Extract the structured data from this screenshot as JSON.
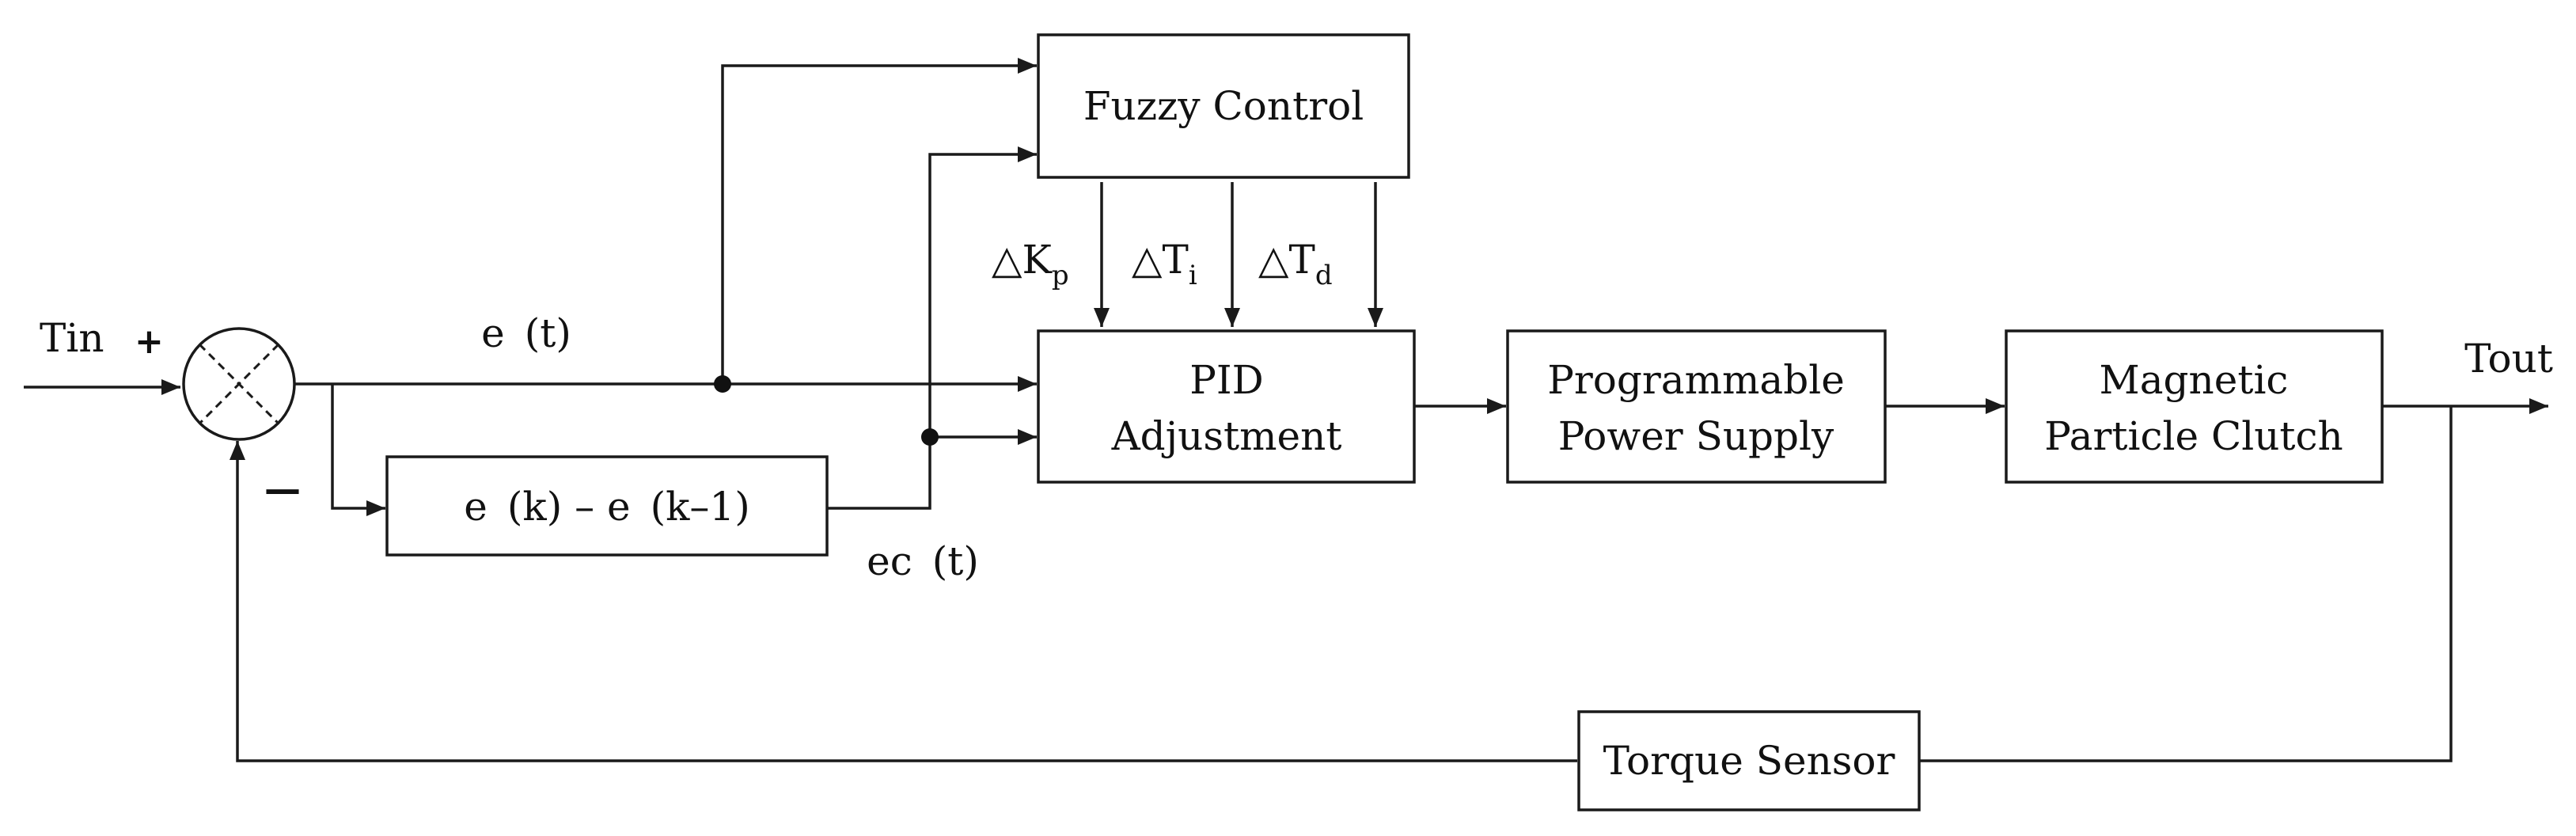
{
  "blocks": {
    "fuzzy_control": "Fuzzy Control",
    "pid_line1": "PID",
    "pid_line2": "Adjustment",
    "power_line1": "Programmable",
    "power_line2": "Power Supply",
    "clutch_line1": "Magnetic",
    "clutch_line2": "Particle Clutch",
    "torque_sensor": "Torque Sensor",
    "difference": "e (k) – e (k–1)"
  },
  "signals": {
    "input": "Tin",
    "output": "Tout",
    "error": "e (t)",
    "error_change": "ec (t)",
    "plus_sign": "+",
    "minus_sign": "—"
  },
  "gains": {
    "delta_symbol": "△",
    "kp_base": "K",
    "kp_sub": "p",
    "ti_base": "T",
    "ti_sub": "i",
    "td_base": "T",
    "td_sub": "d"
  }
}
